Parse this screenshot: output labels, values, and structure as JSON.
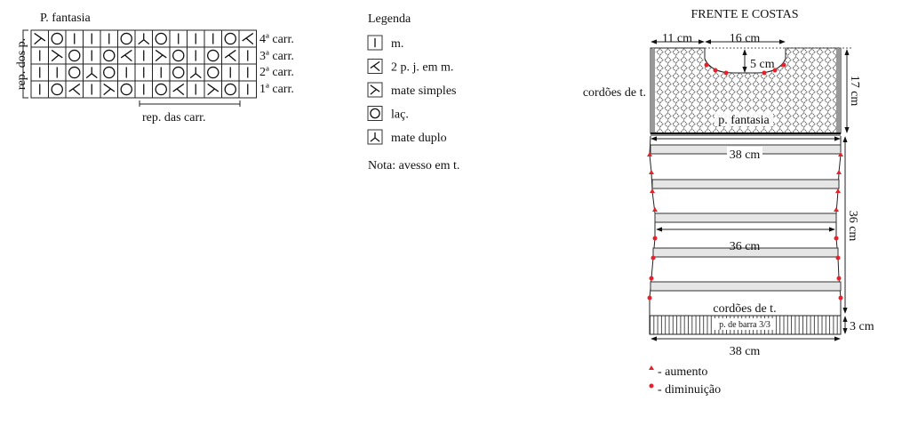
{
  "chart_panel": {
    "title": "P. fantasia",
    "row_labels": [
      "4ª carr.",
      "3ª carr.",
      "2ª carr.",
      "1ª carr."
    ],
    "rows": [
      [
        "r",
        "o",
        "k",
        "k",
        "k",
        "o",
        "d",
        "o",
        "k",
        "k",
        "k",
        "o",
        "l"
      ],
      [
        "k",
        "r",
        "o",
        "k",
        "o",
        "l",
        "k",
        "r",
        "o",
        "k",
        "o",
        "l",
        "k"
      ],
      [
        "k",
        "k",
        "o",
        "d",
        "o",
        "k",
        "k",
        "k",
        "o",
        "d",
        "o",
        "k",
        "k"
      ],
      [
        "k",
        "o",
        "l",
        "k",
        "r",
        "o",
        "k",
        "o",
        "l",
        "k",
        "r",
        "o",
        "k"
      ]
    ],
    "stitch_repeat_label": "rep. dos p.",
    "row_repeat_label": "rep. das carr."
  },
  "legend": {
    "title": "Legenda",
    "items": [
      {
        "symbol": "k",
        "label": "m."
      },
      {
        "symbol": "l",
        "label": "2 p. j. em m."
      },
      {
        "symbol": "r",
        "label": "mate simples"
      },
      {
        "symbol": "o",
        "label": "laç."
      },
      {
        "symbol": "d",
        "label": "mate duplo"
      }
    ],
    "note": "Nota: avesso em t."
  },
  "schematic": {
    "title": "FRENTE E COSTAS",
    "shoulder": "11 cm",
    "neck_width": "16 cm",
    "neck_depth": "5 cm",
    "yoke_height": "17 cm",
    "edge_label": "cordões de t.",
    "yoke_label": "p. fantasia",
    "top_width": "38 cm",
    "waist_width": "36 cm",
    "body_height": "36 cm",
    "bottom_label": "cordões de t.",
    "rib_label": "p. de barra 3/3",
    "rib_height": "3 cm",
    "bottom_width": "38 cm",
    "key_increase": "- aumento",
    "key_decrease": "- diminuição",
    "marker_color": "#e8202a"
  }
}
